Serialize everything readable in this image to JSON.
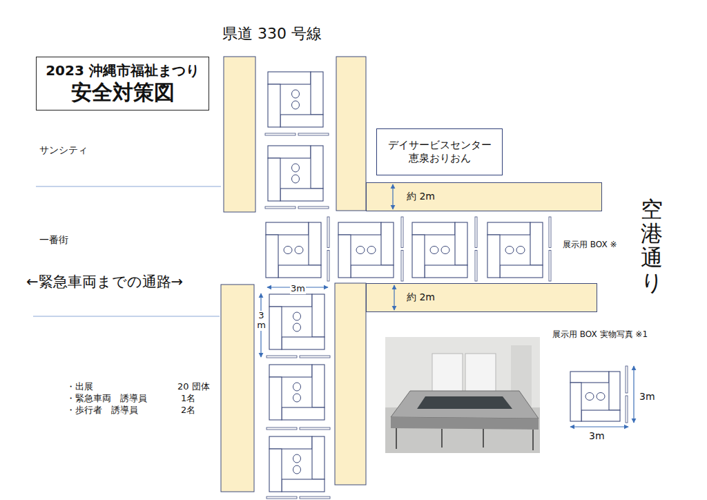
{
  "diagram": {
    "nodes": [
      {
        "text": [
          "2023 沖縄市福祉まつり",
          "安全対策図"
        ]
      },
      {
        "text": [
          "デイサービスセンター 恵泉おりおん"
        ]
      },
      {
        "text": [
          "約 2m"
        ]
      },
      {
        "text": [
          "約 2m"
        ]
      }
    ],
    "labels": [
      "県道 330 号線",
      "サンシティ",
      "一番街",
      "←緊急車両までの通路→",
      "3m",
      "3 m",
      "展示用 BOX ※",
      "空港通り",
      "展示用 BOX 実物写真 ※1",
      "3m",
      "3m",
      "・出展",
      "20 団体",
      "・緊急車両　誘導員",
      "1名",
      "・歩行者　誘導員",
      "2名"
    ]
  }
}
